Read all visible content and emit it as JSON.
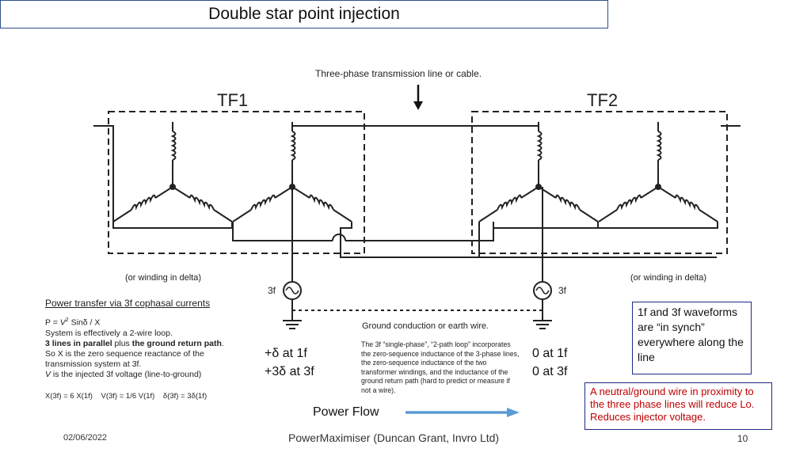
{
  "slide": {
    "title": "Double star point injection",
    "top_label": "Three-phase transmission line or cable.",
    "tf1": "TF1",
    "tf2": "TF2",
    "delta_left": "(or winding in delta)",
    "delta_right": "(or winding in delta)",
    "src_left": "3f",
    "src_right": "3f",
    "ground_label": "Ground conduction or earth wire.",
    "left_delta_1f": "+δ at 1f",
    "left_delta_3f": "+3δ at 3f",
    "right_delta_1f": "0 at 1f",
    "right_delta_3f": "0 at 3f",
    "power_flow": "Power Flow"
  },
  "power_transfer": {
    "heading": "Power transfer via 3f cophasal currents",
    "formula_prefix": "P = ",
    "formula_v": "V",
    "formula_exp": "2",
    "formula_rest": " Sinδ / X",
    "line2": "System is effectively a 2-wire loop.",
    "line3_bold1": "3 lines in parallel",
    "line3_plus": " plus ",
    "line3_bold2": "the ground return path",
    "line3_end": ".",
    "line4": "So X is the zero sequence reactance of the",
    "line5": "transmission system at 3f.",
    "line6_v": "V",
    "line6_rest": " is the injected 3f voltage (line-to-ground)",
    "eq1": "X(3f) = 6 X(1f)",
    "eq2": "V(3f) = 1/6 V(1f)",
    "eq3": "δ(3f) = 3δ(1f)"
  },
  "note": "The 3f “single-phase”, “2-path loop” incorporates the zero-sequence inductance of the 3-phase lines, the zero-sequence inductance of the two transformer windings, and the inductance of the ground return path (hard to predict or measure if not a wire).",
  "synch_box": "1f and 3f waveforms are “in synch” everywhere along the line",
  "neutral_box": "A neutral/ground wire in proximity to the three phase lines will reduce Lo. Reduces injector voltage.",
  "footer": {
    "date": "02/06/2022",
    "center": "PowerMaximiser  (Duncan Grant, Invro Ltd)",
    "page": "10"
  },
  "colors": {
    "title_border": "#2f4f8f",
    "arrow_blue": "#5b9bd5",
    "red_text": "#c00000",
    "box_border": "#1f2a80"
  }
}
